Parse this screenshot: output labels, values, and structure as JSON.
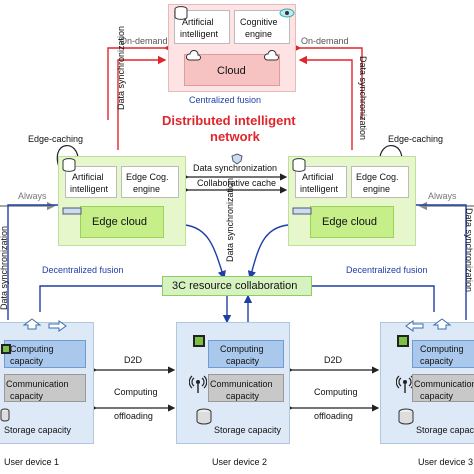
{
  "cloud": {
    "ai_label_1": "Artificial",
    "ai_label_2": "intelligent",
    "cog_label_1": "Cognitive",
    "cog_label_2": "engine",
    "cloud_label": "Cloud",
    "caption": "Centralized fusion"
  },
  "title": {
    "line1": "Distributed intelligent",
    "line2": "network"
  },
  "links": {
    "on_demand_left": "On-demand",
    "on_demand_right": "On-demand",
    "data_sync_left": "Data synchronization",
    "data_sync_right": "Data synchronization",
    "edge_caching_left": "Edge-caching",
    "edge_caching_right": "Edge-caching",
    "data_sync_middle": "Data synchronization",
    "collaborative_cache": "Collaborative cache",
    "always_left": "Always",
    "always_right": "Always",
    "data_sync_center": "Data synchronization",
    "data_sync_outer_left": "Data synchronization",
    "data_sync_outer_right": "Data synchronization",
    "decentralized_left": "Decentralized fusion",
    "decentralized_right": "Decentralized fusion",
    "d2d_left": "D2D",
    "d2d_right": "D2D",
    "offload_left_1": "Computing",
    "offload_left_2": "offloading",
    "offload_right_1": "Computing",
    "offload_right_2": "offloading"
  },
  "edge_left": {
    "ai_1": "Artificial",
    "ai_2": "intelligent",
    "cog_1": "Edge Cog.",
    "cog_2": "engine",
    "label": "Edge cloud"
  },
  "edge_right": {
    "ai_1": "Artificial",
    "ai_2": "intelligent",
    "cog_1": "Edge Cog.",
    "cog_2": "engine",
    "label": "Edge cloud"
  },
  "resource": {
    "label": "3C resource collaboration"
  },
  "devices": {
    "left": {
      "comp_1": "Computing",
      "comp_2": "capacity",
      "comm_1": "Communication",
      "comm_2": "capacity",
      "storage": "Storage capacity",
      "name": "User device 1"
    },
    "middle": {
      "comp_1": "Computing",
      "comp_2": "capacity",
      "comm_1": "Communication",
      "comm_2": "capacity",
      "storage": "Storage capacity",
      "name": "User device 2"
    },
    "right": {
      "comp_1": "Computing",
      "comp_2": "capacity",
      "comm_1": "Communication",
      "comm_2": "capacity",
      "storage": "Storage capacity",
      "name": "User device 3"
    }
  },
  "colors": {
    "cloud_bg": "#fde3e3",
    "edge_bg": "#e6f7cc",
    "edge_inner": "#c6ef8a",
    "device_bg": "#dde9f7",
    "comp_bg": "#a9c8ec",
    "comm_bg": "#c8c8c8",
    "red": "#e0262d",
    "blue": "#1f3fa8",
    "gray": "#9a9a9a"
  }
}
